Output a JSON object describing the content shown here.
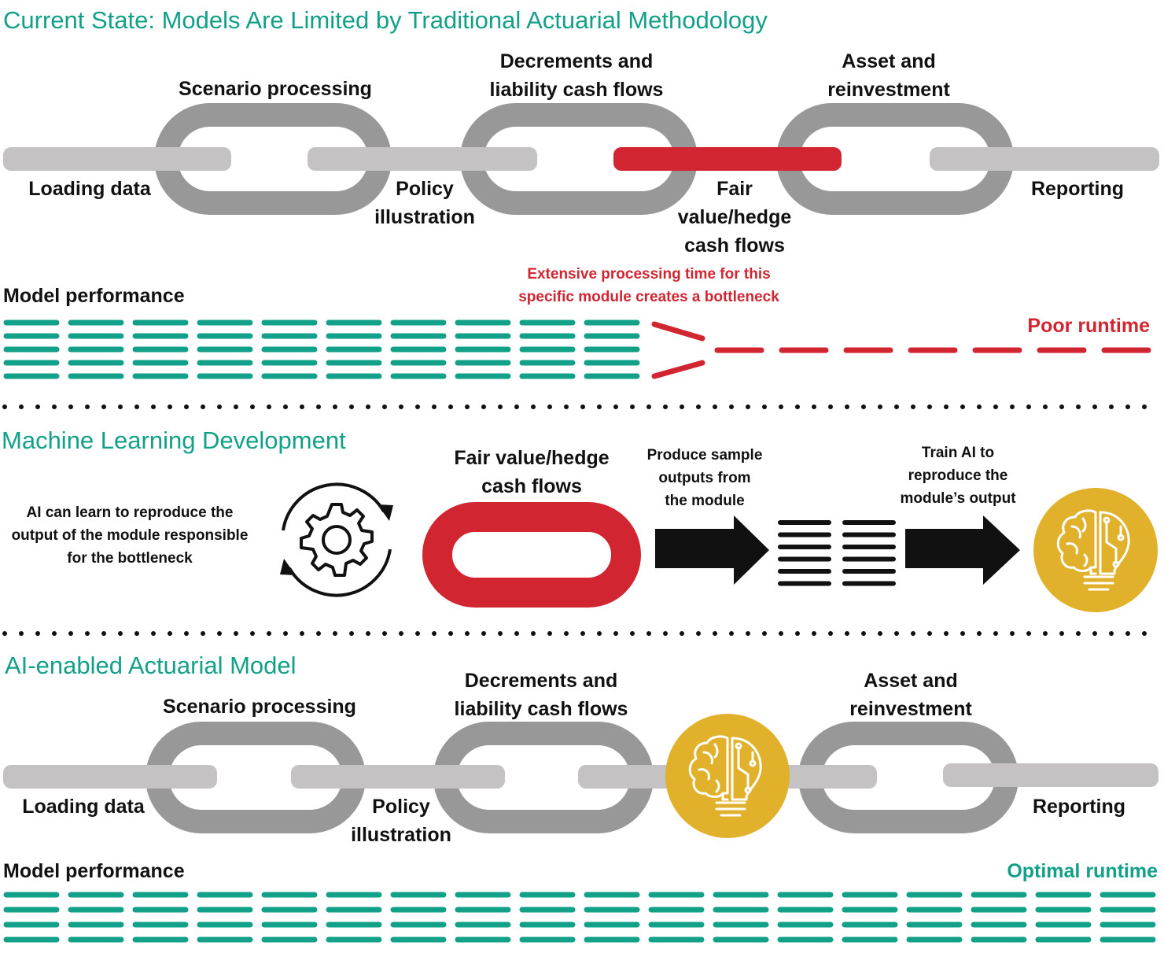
{
  "colors": {
    "teal": "#12a089",
    "red": "#d12631",
    "gold": "#e1b12c",
    "link_gray": "#999899",
    "bar_gray": "#c4c2c2",
    "black": "#111111"
  },
  "current_state": {
    "title": "Current State: Models Are Limited by Traditional Actuarial Methodology",
    "chain": {
      "loading_data": "Loading data",
      "scenario_processing": "Scenario processing",
      "policy_illustration": "Policy\nillustration",
      "decrements": "Decrements and\nliability cash flows",
      "fair_value": "Fair\nvalue/hedge\ncash flows",
      "asset_reinvestment": "Asset and\nreinvestment",
      "reporting": "Reporting"
    },
    "bottleneck_note": "Extensive processing time for this\nspecific module creates a bottleneck",
    "performance_label": "Model performance",
    "runtime_label": "Poor runtime"
  },
  "ml_development": {
    "title": "Machine Learning Development",
    "ai_learn_text": "AI can learn to reproduce the\noutput of the module responsible\nfor the bottleneck",
    "fair_value_label": "Fair value/hedge\ncash flows",
    "produce_text": "Produce sample\noutputs from\nthe module",
    "train_text": "Train AI to\nreproduce the\nmodule’s output",
    "icons": [
      "gear-cycle-icon",
      "red-chain-link-icon",
      "arrow-right-icon",
      "data-lines-icon",
      "ai-brain-bulb-icon"
    ]
  },
  "ai_model": {
    "title": "AI-enabled Actuarial Model",
    "chain": {
      "loading_data": "Loading data",
      "scenario_processing": "Scenario processing",
      "policy_illustration": "Policy\nillustration",
      "decrements": "Decrements and\nliability cash flows",
      "asset_reinvestment": "Asset and\nreinvestment",
      "reporting": "Reporting"
    },
    "performance_label": "Model performance",
    "runtime_label": "Optimal runtime"
  }
}
